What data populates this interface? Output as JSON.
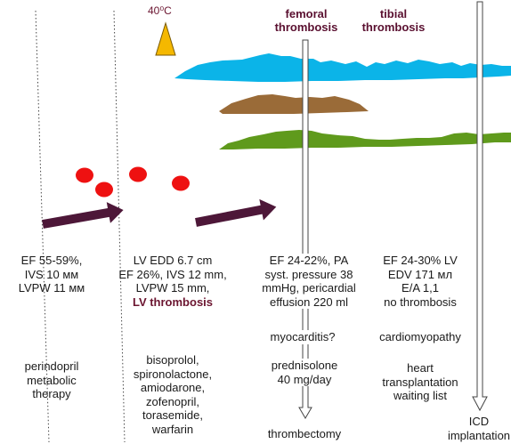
{
  "temperature_label": "40⁰C",
  "events": {
    "femoral": [
      "femoral",
      "thrombosis"
    ],
    "tibial": [
      "tibial",
      "thrombosis"
    ]
  },
  "columns": [
    {
      "findings": [
        "EF 55-59%,",
        "IVS 10 мм",
        "LVPW 11 мм"
      ],
      "therapy": [
        "perindopril",
        "metabolic",
        "therapy"
      ]
    },
    {
      "findings": [
        "LV EDD 6.7 cm",
        "EF 26%, IVS 12 mm,",
        "LVPW 15 mm,"
      ],
      "highlight": "LV thrombosis",
      "therapy": [
        "bisoprolol,",
        "spironolactone,",
        "amiodarone,",
        "zofenopril,",
        "torasemide,",
        "warfarin"
      ]
    },
    {
      "findings": [
        "EF 24-22%, PA",
        "syst. pressure 38",
        "mmHg, pericardial",
        "effusion 220 ml"
      ],
      "diagnosis": "myocarditis?",
      "therapy": [
        "prednisolone",
        "40 mg/day"
      ],
      "procedure": "thrombectomy"
    },
    {
      "findings": [
        "EF 24-30% LV",
        "EDV 171 мл",
        "E/A 1,1",
        "no thrombosis"
      ],
      "diagnosis": "cardiomyopathy",
      "therapy": [
        "heart",
        "transplantation",
        "waiting list"
      ],
      "procedure": [
        "ICD",
        "implantation"
      ]
    }
  ],
  "colors": {
    "blue_band": "#0bb4e8",
    "brown_band": "#9a6b38",
    "green_band": "#5f9a1c",
    "thrombus_dots": "#ee1111",
    "arrow": "#4d1738",
    "fever_triangle": "#f5b800",
    "highlight_text": "#6b1530"
  }
}
